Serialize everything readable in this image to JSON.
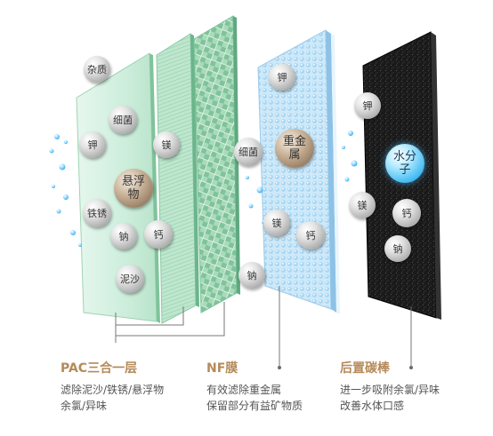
{
  "colors": {
    "pac_green": "#cfeedd",
    "nf_blue": "#cbe8f8",
    "carbon": "#1b1b1b",
    "caption_gold": "#b58a5a"
  },
  "balls": {
    "pac_impurity": "杂质",
    "pac_bacteria": "细菌",
    "pac_potassium": "钾",
    "pac_magnesium": "镁",
    "pac_suspended": "悬浮物",
    "pac_rust": "铁锈",
    "pac_sodium": "钠",
    "pac_calcium": "钙",
    "pac_sediment": "泥沙",
    "nf_potassium": "钾",
    "nf_bacteria": "细菌",
    "nf_heavy_metal": "重金属",
    "nf_magnesium": "镁",
    "nf_calcium": "钙",
    "nf_sodium": "钠",
    "cb_potassium": "钾",
    "cb_water": "水分子",
    "cb_magnesium": "镁",
    "cb_calcium": "钙",
    "cb_sodium": "钠"
  },
  "captions": {
    "pac": {
      "title": "PAC三合一层",
      "line1": "滤除泥沙/铁锈/悬浮物",
      "line2": "余氯/异味"
    },
    "nf": {
      "title": "NF膜",
      "line1": "有效滤除重金属",
      "line2": "保留部分有益矿物质"
    },
    "carbon": {
      "title": "后置碳棒",
      "line1": "进一步吸附余氯/异味",
      "line2": "改善水体口感"
    }
  }
}
